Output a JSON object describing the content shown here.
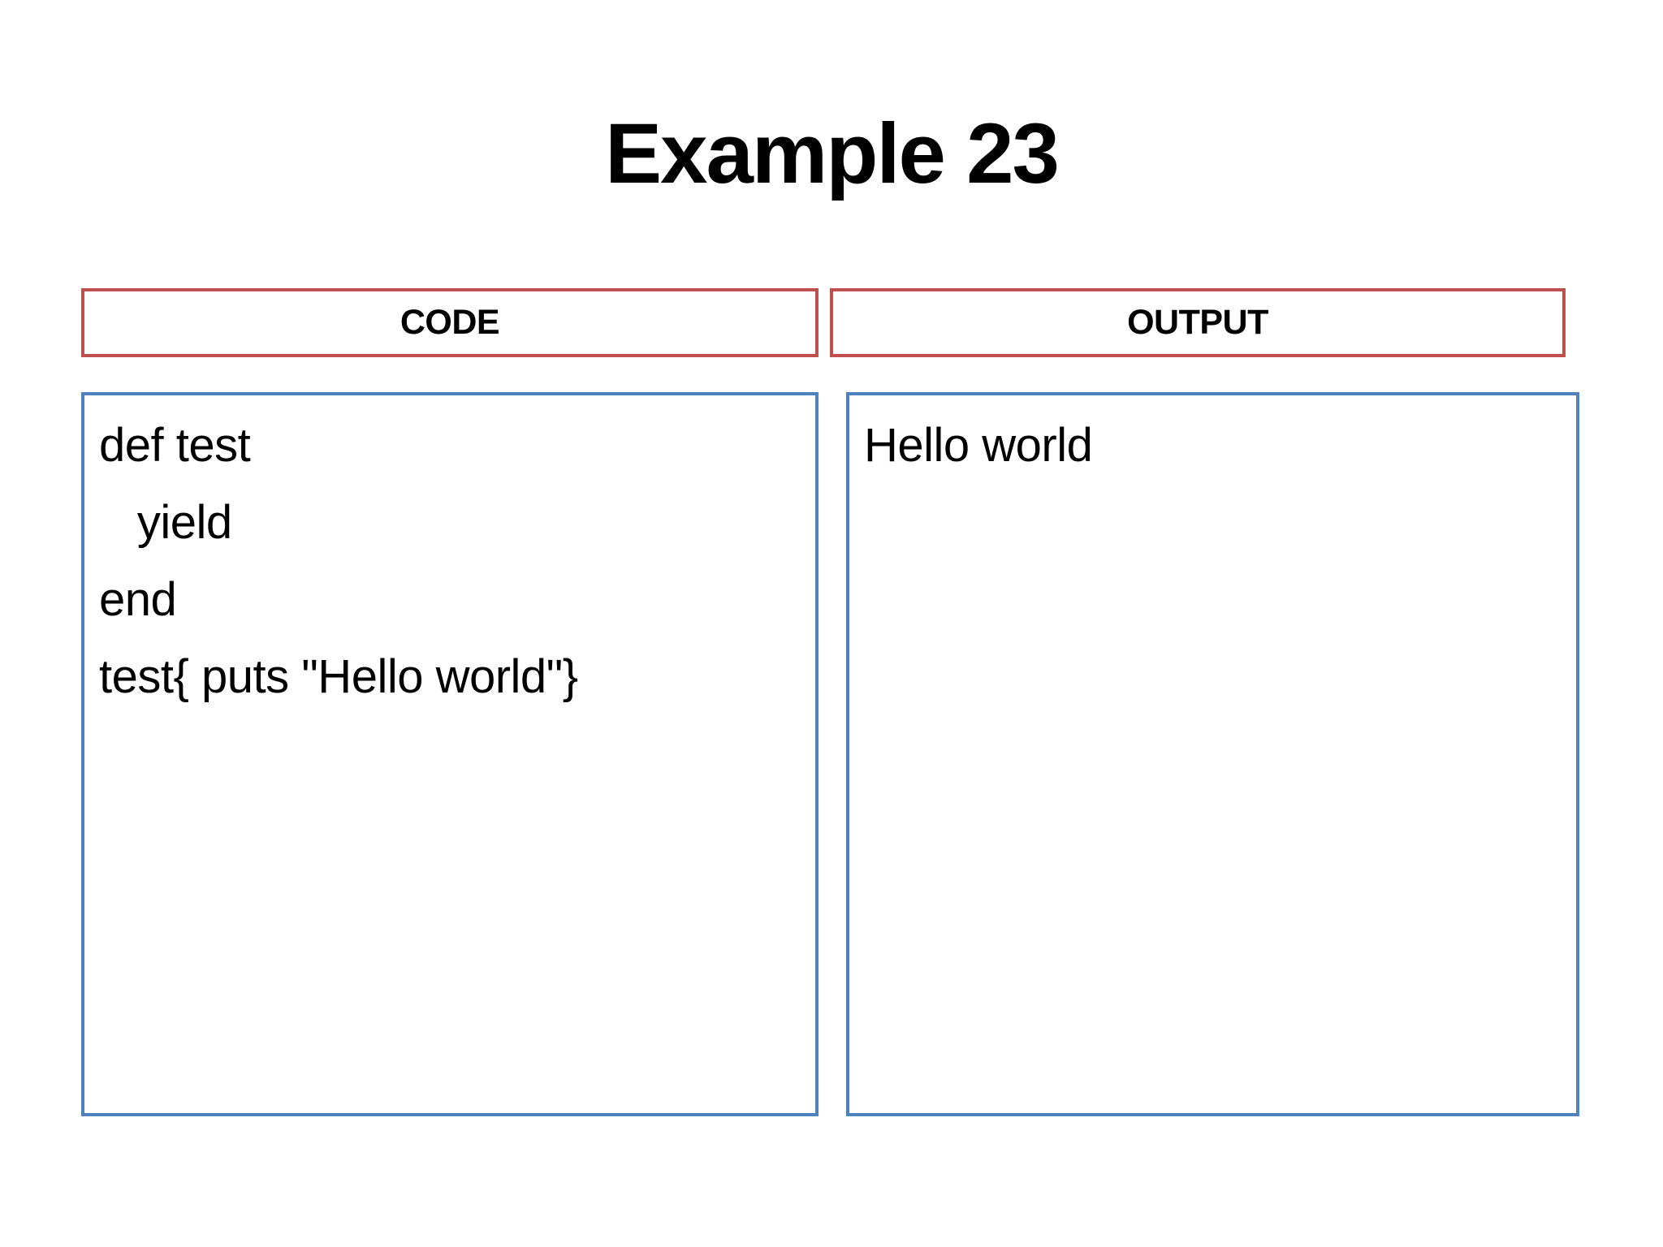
{
  "slide": {
    "title": "Example 23",
    "panels": [
      {
        "id": "code",
        "header": "CODE",
        "content": "def test\n   yield\nend\ntest{ puts \"Hello world\"}"
      },
      {
        "id": "output",
        "header": "OUTPUT",
        "content": "Hello world"
      }
    ],
    "colors": {
      "header_border": "#C0504D",
      "content_border": "#4F81BD",
      "text": "#000000",
      "background": "#FFFFFF"
    }
  }
}
